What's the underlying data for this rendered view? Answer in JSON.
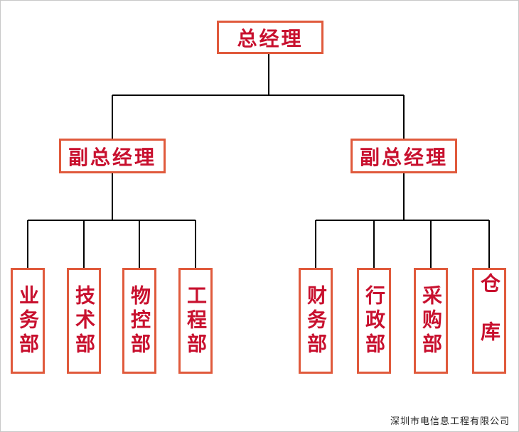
{
  "title": "总经理",
  "deputies": [
    "副总经理",
    "副总经理"
  ],
  "departments_left": [
    "业务部",
    "技术部",
    "物控部",
    "工程部"
  ],
  "departments_right": [
    "财务部",
    "行政部",
    "采购部",
    "仓库"
  ],
  "footer": "深圳市电信息工程有限公司",
  "colors": {
    "border": "#e05a3c",
    "text": "#c8102e",
    "line": "#000000"
  }
}
